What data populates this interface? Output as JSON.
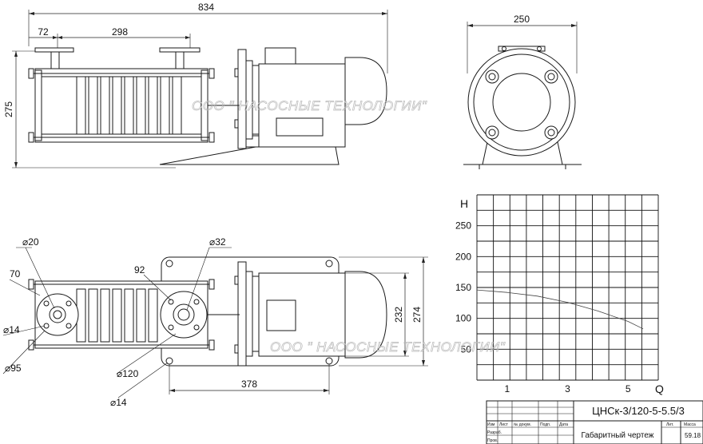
{
  "side_view": {
    "overall_length": "834",
    "nozzle_offset": "72",
    "nozzle_spacing": "298",
    "height": "275"
  },
  "end_view": {
    "width": "250"
  },
  "top_view": {
    "dia_inlet": "⌀20",
    "dim_70": "70",
    "dia_bolt": "⌀14",
    "dia_flange_inlet": "⌀95",
    "dia_outlet": "⌀32",
    "dim_92": "92",
    "dia_flange_outlet": "⌀120",
    "dia_mount_hole": "⌀14",
    "base_length": "378",
    "dim_232": "232",
    "dim_274": "274"
  },
  "chart_data": {
    "type": "line",
    "ylabel": "H",
    "xlabel": "Q",
    "y_ticks": [
      "250",
      "200",
      "150",
      "100",
      "50"
    ],
    "x_ticks": [
      "1",
      "3",
      "5"
    ],
    "series": [
      {
        "x": [
          0,
          1,
          2,
          3,
          4,
          5,
          5.5
        ],
        "y": [
          146,
          142,
          136,
          126,
          112,
          95,
          83
        ]
      }
    ]
  },
  "watermark": "ООО \" НАСОСНЫЕ ТЕХНОЛОГИИ\"",
  "title_block": {
    "designation": "ЦНСк-3/120-5-5.5/3",
    "drawing_name": "Габаритный чертеж",
    "col_lit": "Лит.",
    "col_mass": "Масса",
    "mass_value": "59.18",
    "col_izm": "Изм",
    "col_list": "Лист",
    "col_doc": "№ докум.",
    "col_sign": "Подп.",
    "col_date": "Дата",
    "row_dev": "Разраб.",
    "row_check": "Пров."
  }
}
